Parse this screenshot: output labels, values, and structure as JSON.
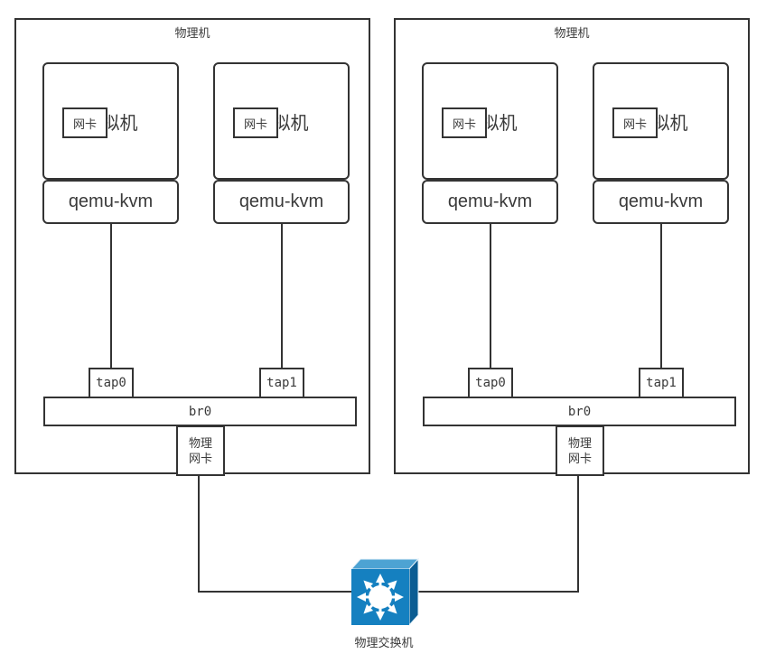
{
  "colors": {
    "line": "#333333",
    "text": "#3a3a3a",
    "switch_front": "#1580c0",
    "switch_top": "#4da3d3",
    "switch_top_edge": "#bfe0f0",
    "switch_side": "#0b5d93",
    "switch_glyph": "#ffffff"
  },
  "machines": [
    {
      "label": "物理机",
      "columns": [
        {
          "vm_label": "虚拟机",
          "nic_label": "网卡",
          "hypervisor_label": "qemu-kvm",
          "tap_label": "tap0"
        },
        {
          "vm_label": "虚拟机",
          "nic_label": "网卡",
          "hypervisor_label": "qemu-kvm",
          "tap_label": "tap1"
        }
      ],
      "bridge_label": "br0",
      "pnic_line1": "物理",
      "pnic_line2": "网卡"
    },
    {
      "label": "物理机",
      "columns": [
        {
          "vm_label": "虚拟机",
          "nic_label": "网卡",
          "hypervisor_label": "qemu-kvm",
          "tap_label": "tap0"
        },
        {
          "vm_label": "虚拟机",
          "nic_label": "网卡",
          "hypervisor_label": "qemu-kvm",
          "tap_label": "tap1"
        }
      ],
      "bridge_label": "br0",
      "pnic_line1": "物理",
      "pnic_line2": "网卡"
    }
  ],
  "switch": {
    "label": "物理交换机",
    "icon": "switch-icon"
  }
}
